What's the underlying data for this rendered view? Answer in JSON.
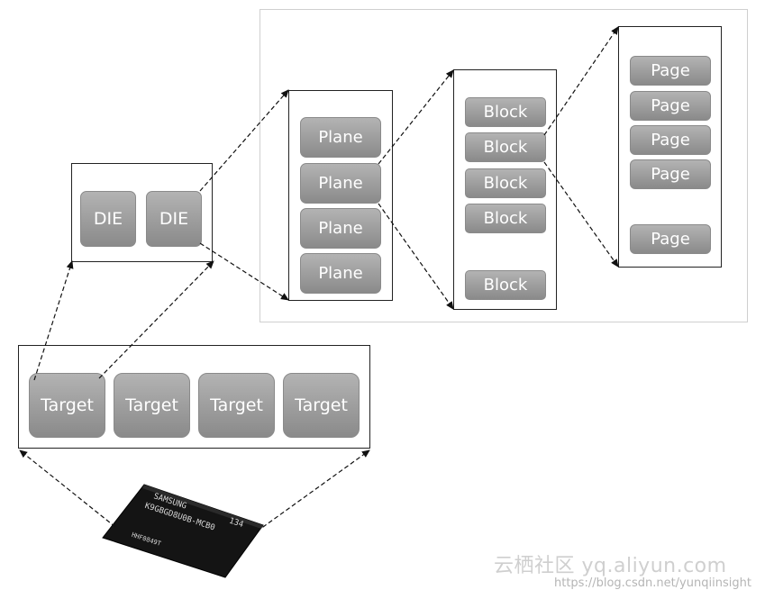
{
  "die_labels": [
    "DIE",
    "DIE"
  ],
  "target_labels": [
    "Target",
    "Target",
    "Target",
    "Target"
  ],
  "plane_labels": [
    "Plane",
    "Plane",
    "Plane",
    "Plane"
  ],
  "block_labels": [
    "Block",
    "Block",
    "Block",
    "Block",
    "Block"
  ],
  "page_labels": [
    "Page",
    "Page",
    "Page",
    "Page",
    "Page"
  ],
  "chip_markings": {
    "brand": "SAMSUNG",
    "code": "134",
    "part": "K9GBGD8U0B-MCB0",
    "lot": "HHF0849T"
  },
  "watermark": {
    "site": "云栖社区 yq.aliyun.com",
    "url": "https://blog.csdn.net/yunqiinsight"
  },
  "colors": {
    "box_fill_top": "#b3b3b3",
    "box_fill_bottom": "#8a8a8a",
    "frame_border": "#222222",
    "panel_border": "#cfcfcf"
  }
}
